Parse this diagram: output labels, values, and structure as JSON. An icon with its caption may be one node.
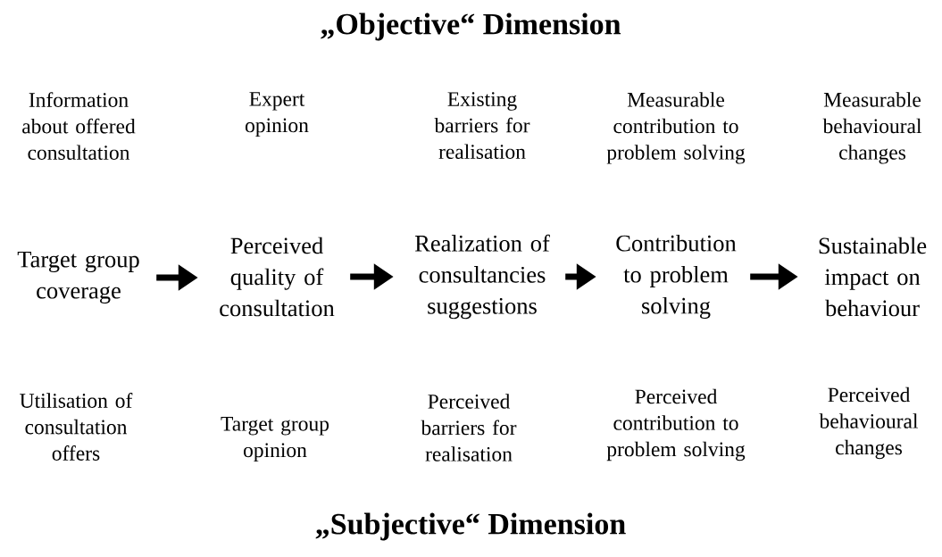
{
  "diagram": {
    "title": "„Objective“ Dimension",
    "caption": "„Subjective“ Dimension",
    "nodes": [
      {
        "text": [
          "Target group coverage"
        ]
      },
      {
        "text": [
          "Perceived quality of consultation"
        ]
      },
      {
        "text": [
          "Realization of consultancies suggestions"
        ]
      },
      {
        "text": [
          "Contribution to problem solving"
        ]
      },
      {
        "text": [
          "Sustainable impact on behaviour"
        ]
      }
    ],
    "edges": [
      {
        "from": 0,
        "to": 1,
        "arrow": "to"
      },
      {
        "from": 1,
        "to": 2,
        "arrow": "to"
      },
      {
        "from": 2,
        "to": 3,
        "arrow": "to"
      },
      {
        "from": 3,
        "to": 4,
        "arrow": "to"
      }
    ],
    "labels": [
      "Information about offered consultation",
      "Expert opinion",
      "Existing barriers for realisation",
      "Measurable contribution to problem solving",
      "Measurable behavioural changes",
      "Utilisation of consultation offers",
      "Target group opinion",
      "Perceived barriers for realisation",
      "Perceived contribution to problem solving",
      "Perceived behavioural changes"
    ]
  }
}
